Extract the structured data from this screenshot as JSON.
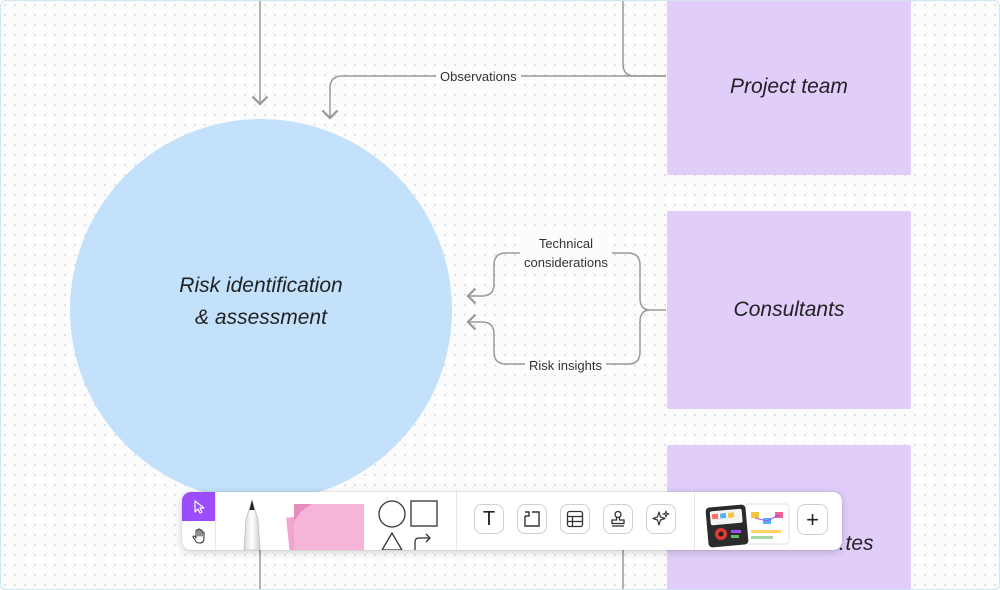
{
  "canvas": {
    "circle_label": "Risk identification\n& assessment",
    "stickies": [
      {
        "label": "Project team"
      },
      {
        "label": "Consultants"
      },
      {
        "label": "…tes"
      }
    ],
    "edge_labels": {
      "observations": "Observations",
      "technical_considerations": "Technical\nconsiderations",
      "risk_insights": "Risk insights"
    }
  },
  "toolbar": {
    "text_tool_glyph": "T",
    "add_glyph": "+"
  },
  "colors": {
    "circle": "#c3e1fb",
    "sticky": "#e0cdfa",
    "accent": "#9b4dfb",
    "connector": "#9a9a9a"
  }
}
